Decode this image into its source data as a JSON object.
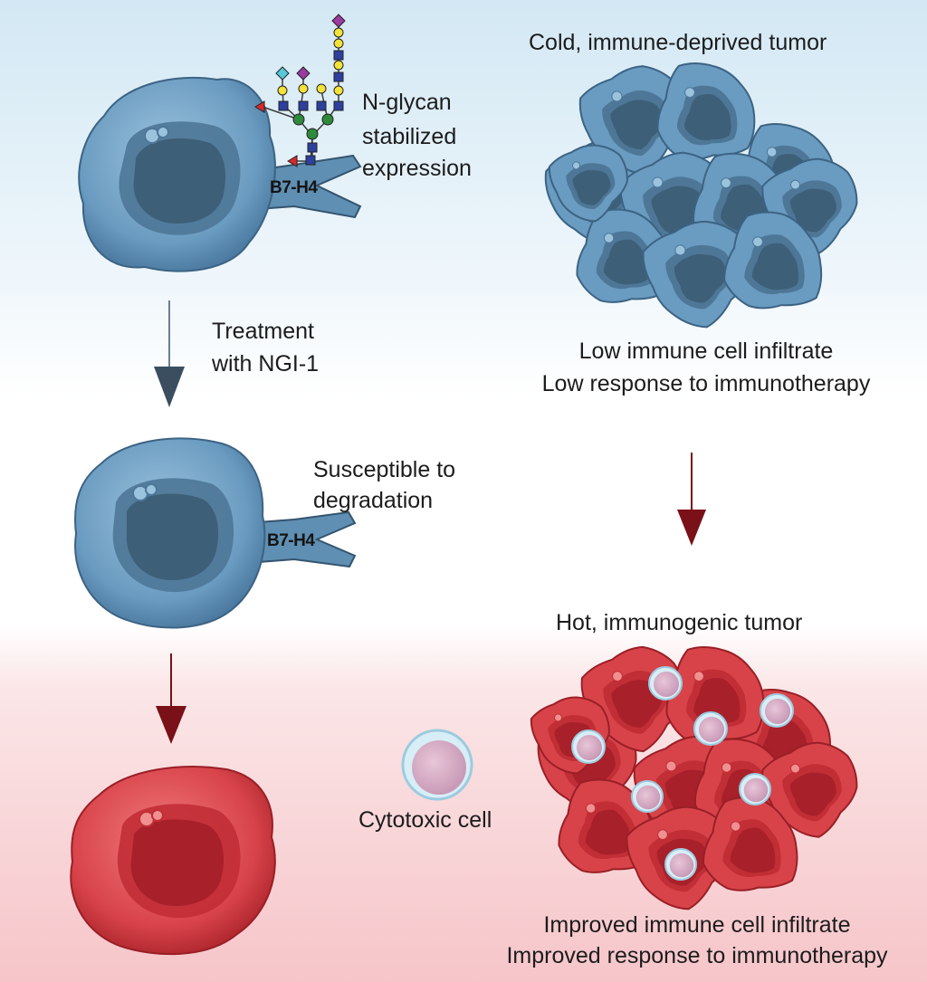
{
  "labels": {
    "cold_title": "Cold, immune-deprived tumor",
    "cold_line1": "Low immune cell infiltrate",
    "cold_line2": "Low response to immunotherapy",
    "nglycan_1": "N-glycan",
    "nglycan_2": "stabilized",
    "nglycan_3": "expression",
    "treatment_1": "Treatment",
    "treatment_2": "with NGI-1",
    "susceptible_1": "Susceptible to",
    "susceptible_2": "degradation",
    "hot_title": "Hot, immunogenic tumor",
    "cytotoxic": "Cytotoxic cell",
    "hot_line1": "Improved immune cell infiltrate",
    "hot_line2": "Improved response to immunotherapy",
    "b7h4_top": "B7-H4",
    "b7h4_mid": "B7-H4"
  },
  "colors": {
    "blue_cell": "#5f8fb3",
    "blue_nucleus": "#3e5f78",
    "red_cell": "#d23b40",
    "red_nucleus": "#a8202a",
    "arrow_blue": "#3a4e60",
    "arrow_red": "#7a1018",
    "glycan_square": "#2e3f9e",
    "glycan_circle_yellow": "#f3e23a",
    "glycan_circle_green": "#2f8a3c",
    "glycan_diamond_purple": "#9b3aa0",
    "glycan_diamond_cyan": "#55c7d8",
    "glycan_triangle_red": "#d9282c"
  }
}
